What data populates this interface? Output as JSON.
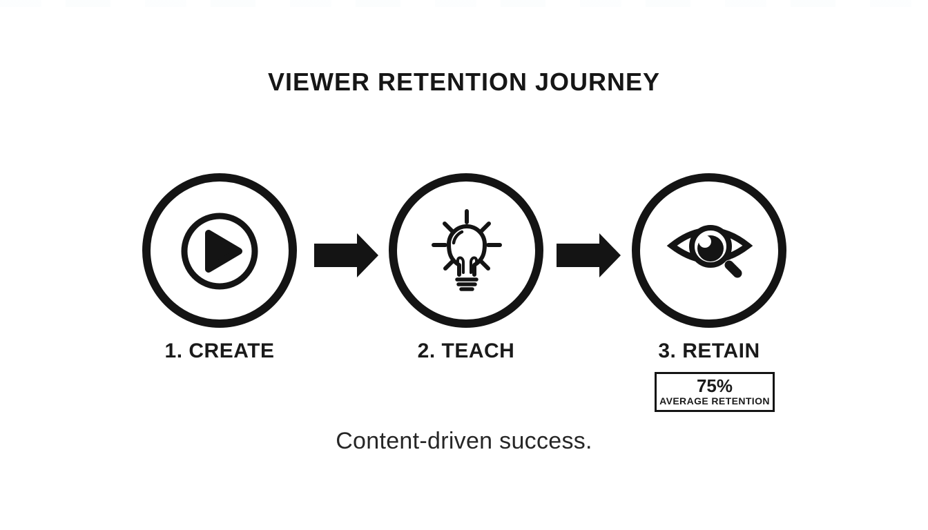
{
  "title": "VIEWER RETENTION JOURNEY",
  "steps": [
    {
      "label": "1. CREATE",
      "icon": "play-icon"
    },
    {
      "label": "2. TEACH",
      "icon": "lightbulb-icon"
    },
    {
      "label": "3. RETAIN",
      "icon": "eye-magnifier-icon"
    }
  ],
  "arrows": [
    {
      "icon": "flow-arrow-icon",
      "direction": "right"
    },
    {
      "icon": "flow-arrow-icon",
      "direction": "right"
    }
  ],
  "badge": {
    "value": "75%",
    "label": "AVERAGE RETENTION"
  },
  "caption": "Content-driven success.",
  "colors": {
    "ink": "#141414",
    "background": "#ffffff"
  }
}
